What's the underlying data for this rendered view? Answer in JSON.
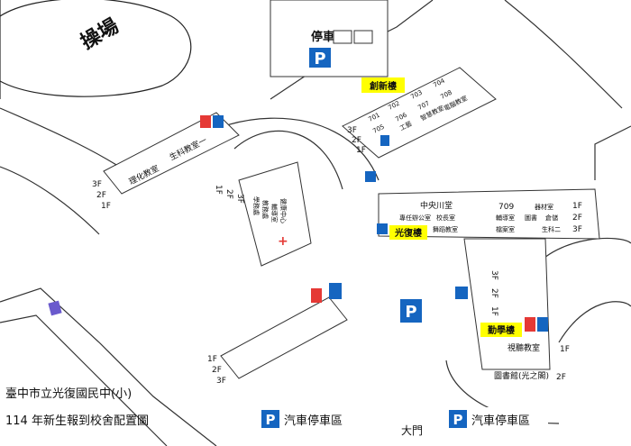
{
  "sports_field": "操場",
  "parking": {
    "top_label": "停車區",
    "p_symbol": "P",
    "bottom_left_label": "汽車停車區",
    "bottom_right_label": "汽車停車區"
  },
  "buildings": {
    "chuangxin": {
      "name": "創新樓",
      "floors": [
        "3F",
        "2F",
        "1F"
      ],
      "rooms_top": [
        "704",
        "703",
        "702",
        "701"
      ],
      "rooms_mid": [
        "708",
        "707",
        "706",
        "705"
      ],
      "rooms_bottom": [
        "電腦教室",
        "智慧教室",
        "工藝"
      ]
    },
    "left_wing": {
      "floors": [
        "3F",
        "2F",
        "1F"
      ],
      "rooms": [
        "理化教室",
        "生科教室一"
      ]
    },
    "center_wing": {
      "floors": [
        "1F",
        "2F",
        "3F"
      ],
      "rooms": [
        "學務處",
        "教務處",
        "輔導室",
        "健康中心"
      ]
    },
    "guangfu": {
      "name": "光復樓",
      "rooms": [
        "中央川堂",
        "專任辦公室",
        "校長室",
        "舞蹈教室",
        "709",
        "輔導室",
        "檔案室",
        "器材室",
        "圖書",
        "倉儲",
        "生科二"
      ],
      "floors": [
        "1F",
        "2F",
        "3F"
      ]
    },
    "qinxue": {
      "name": "勤學樓",
      "floors": [
        "3F",
        "2F",
        "1F"
      ],
      "rooms": [
        "視聽教室",
        "圖書館(光之閣)"
      ],
      "floor_1": "1F",
      "floor_2": "2F"
    },
    "south_wing": {
      "floors": [
        "1F",
        "2F",
        "3F"
      ]
    }
  },
  "gate": "大門",
  "captions": {
    "school": "臺中市立光復國民中(小)",
    "title": "114 年新生報到校舍配置圖"
  },
  "colors": {
    "accent_blue": "#1565c0",
    "highlight": "#ffff00",
    "red": "#e53935"
  }
}
